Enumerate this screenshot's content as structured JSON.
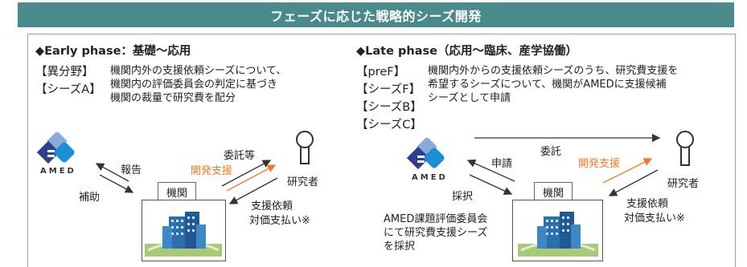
{
  "title": "フェーズに応じた戦略的シーズ開発",
  "colors": {
    "banner": "#4b8a8c",
    "orange": "#ec7b2c",
    "amed_dark": "#2f3f8c",
    "amed_light": "#6fa6dc",
    "amed_blue": "#1a8fd6",
    "kikan_border": "#6a5aa8"
  },
  "early": {
    "heading": "◆Early phase：基礎〜応用",
    "tags": [
      "【異分野】",
      "【シーズA】"
    ],
    "desc": [
      "機関内外の支援依頼シーズについて、",
      "機関内の評価委員会の判定に基づき",
      "機関の裁量で研究費を配分"
    ],
    "amed_label": "AMED",
    "report": "報告",
    "subsidy": "補助",
    "kikan": "機関",
    "itaku": "委託等",
    "kaihatsu": "開発支援",
    "researcher": "研究者",
    "request": "支援依頼",
    "payment": "対価支払い※"
  },
  "late": {
    "heading": "◆Late phase（応用〜臨床、産学協働）",
    "tags": [
      "【preF】",
      "【シーズF】",
      "【シーズB】",
      "【シーズC】"
    ],
    "desc": [
      "機関内外からの支援依頼シーズのうち、研究費支援を",
      "希望するシーズについて、機関がAMEDに支援候補",
      "シーズとして申請"
    ],
    "amed_label": "AMED",
    "itaku": "委託",
    "apply": "申請",
    "adopt": "採択",
    "kikan": "機関",
    "kaihatsu": "開発支援",
    "researcher": "研究者",
    "request": "支援依頼",
    "payment": "対価支払い※",
    "committee": [
      "AMED課題評価委員会",
      "にて研究費支援シーズ",
      "を採択"
    ]
  },
  "icons": [
    "amed-logo-icon",
    "researcher-icon",
    "building-icon"
  ]
}
